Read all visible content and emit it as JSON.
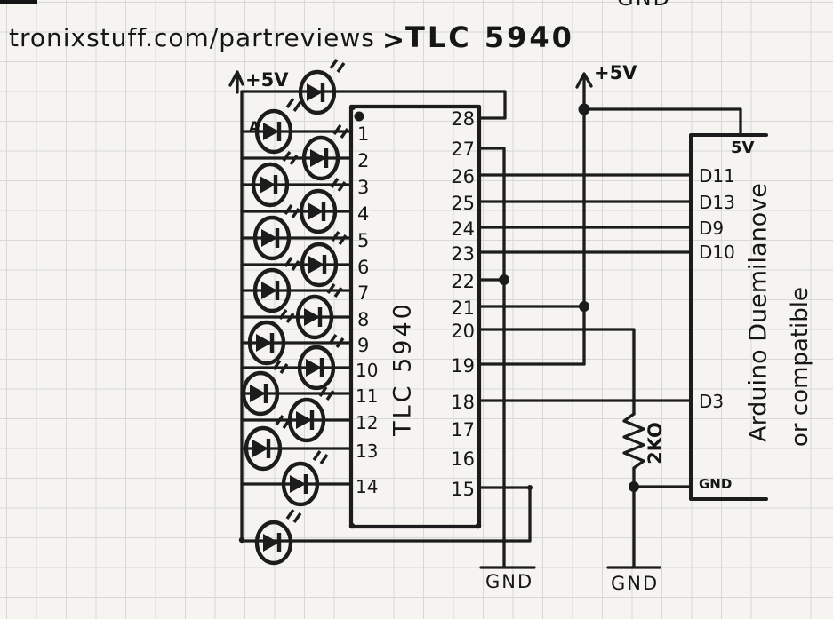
{
  "title": {
    "site": "tronixstuff.com/partreviews",
    "separator": ">",
    "part": "TLC 5940"
  },
  "power_labels": {
    "left_5v": "+5V",
    "right_5v": "+5V"
  },
  "ground_labels": {
    "left": "GND",
    "right": "GND",
    "top_clipped": "GND"
  },
  "ic": {
    "name": "TLC 5940",
    "left_pins": [
      "1",
      "2",
      "3",
      "4",
      "5",
      "6",
      "7",
      "8",
      "9",
      "10",
      "11",
      "12",
      "13",
      "14"
    ],
    "right_pins": [
      "28",
      "27",
      "26",
      "25",
      "24",
      "23",
      "22",
      "21",
      "20",
      "19",
      "18",
      "17",
      "16",
      "15"
    ]
  },
  "arduino": {
    "title_line1": "Arduino Duemilanove",
    "title_line2": "or compatible",
    "pin_5v": "5V",
    "pin_d11": "D11",
    "pin_d13": "D13",
    "pin_d9": "D9",
    "pin_d10": "D10",
    "pin_d3": "D3",
    "pin_gnd": "GND"
  },
  "resistor": {
    "value": "2KO"
  },
  "leds": {
    "count": 16,
    "anode_label": "A"
  }
}
